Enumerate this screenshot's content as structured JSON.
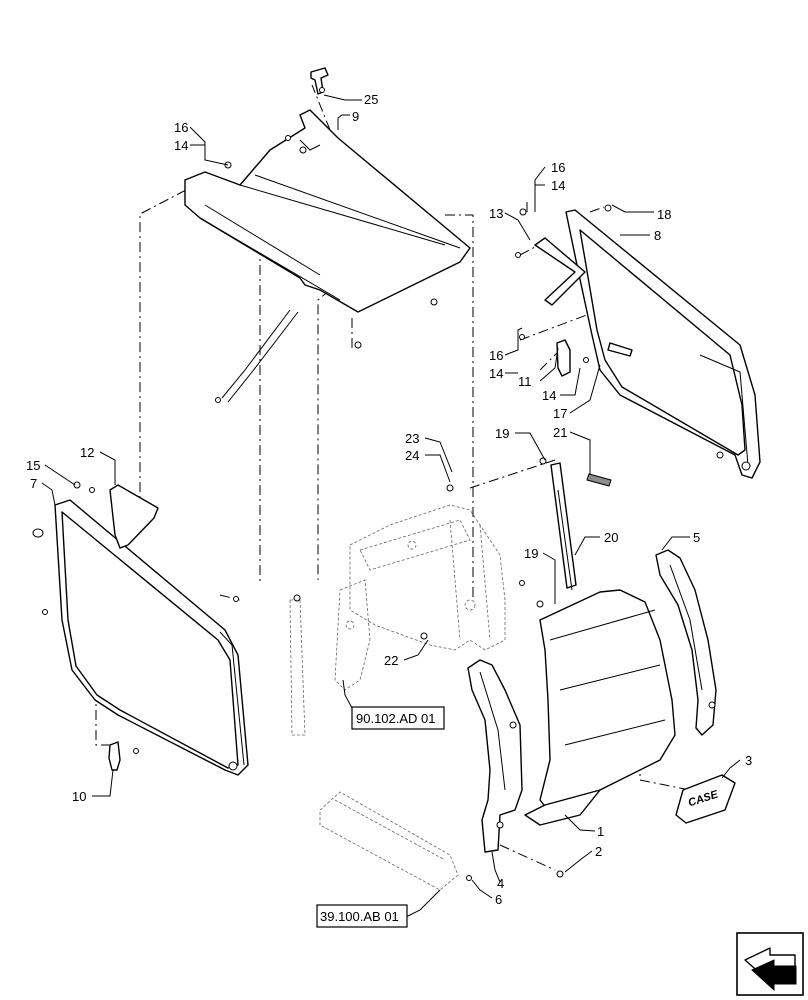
{
  "callouts": [
    {
      "id": "c25",
      "label": "25"
    },
    {
      "id": "c9",
      "label": "9"
    },
    {
      "id": "c16a",
      "label": "16"
    },
    {
      "id": "c14a",
      "label": "14"
    },
    {
      "id": "c16b",
      "label": "16"
    },
    {
      "id": "c14b",
      "label": "14"
    },
    {
      "id": "c18",
      "label": "18"
    },
    {
      "id": "c13",
      "label": "13"
    },
    {
      "id": "c8",
      "label": "8"
    },
    {
      "id": "c16c",
      "label": "16"
    },
    {
      "id": "c14c",
      "label": "14"
    },
    {
      "id": "c11",
      "label": "11"
    },
    {
      "id": "c14d",
      "label": "14"
    },
    {
      "id": "c17",
      "label": "17"
    },
    {
      "id": "c21",
      "label": "21"
    },
    {
      "id": "c19a",
      "label": "19"
    },
    {
      "id": "c23",
      "label": "23"
    },
    {
      "id": "c24",
      "label": "24"
    },
    {
      "id": "c12",
      "label": "12"
    },
    {
      "id": "c15",
      "label": "15"
    },
    {
      "id": "c7",
      "label": "7"
    },
    {
      "id": "c20",
      "label": "20"
    },
    {
      "id": "c19b",
      "label": "19"
    },
    {
      "id": "c5",
      "label": "5"
    },
    {
      "id": "c22",
      "label": "22"
    },
    {
      "id": "c3",
      "label": "3"
    },
    {
      "id": "c1",
      "label": "1"
    },
    {
      "id": "c2",
      "label": "2"
    },
    {
      "id": "c4",
      "label": "4"
    },
    {
      "id": "c6",
      "label": "6"
    },
    {
      "id": "c10",
      "label": "10"
    }
  ],
  "references": {
    "ref_frame": "90.102.AD 01",
    "ref_bottom": "39.100.AB 01"
  },
  "logo": {
    "text": "CASE"
  },
  "nav_icon": {
    "name": "previous-page-arrow-icon"
  }
}
